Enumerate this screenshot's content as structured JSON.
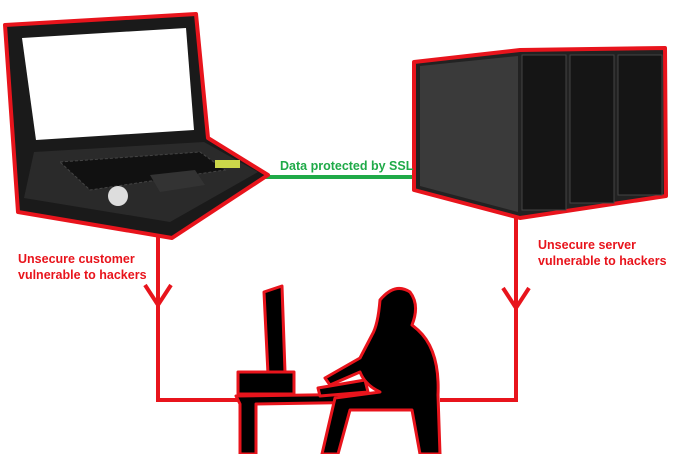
{
  "labels": {
    "ssl": "Data protected by SSL",
    "customer_line1": "Unsecure customer",
    "customer_line2": "vulnerable to hackers",
    "server_line1": "Unsecure server",
    "server_line2": "vulnerable to hackers"
  },
  "colors": {
    "threat": "#e8141c",
    "secure": "#1faa48",
    "device": "#111111"
  }
}
